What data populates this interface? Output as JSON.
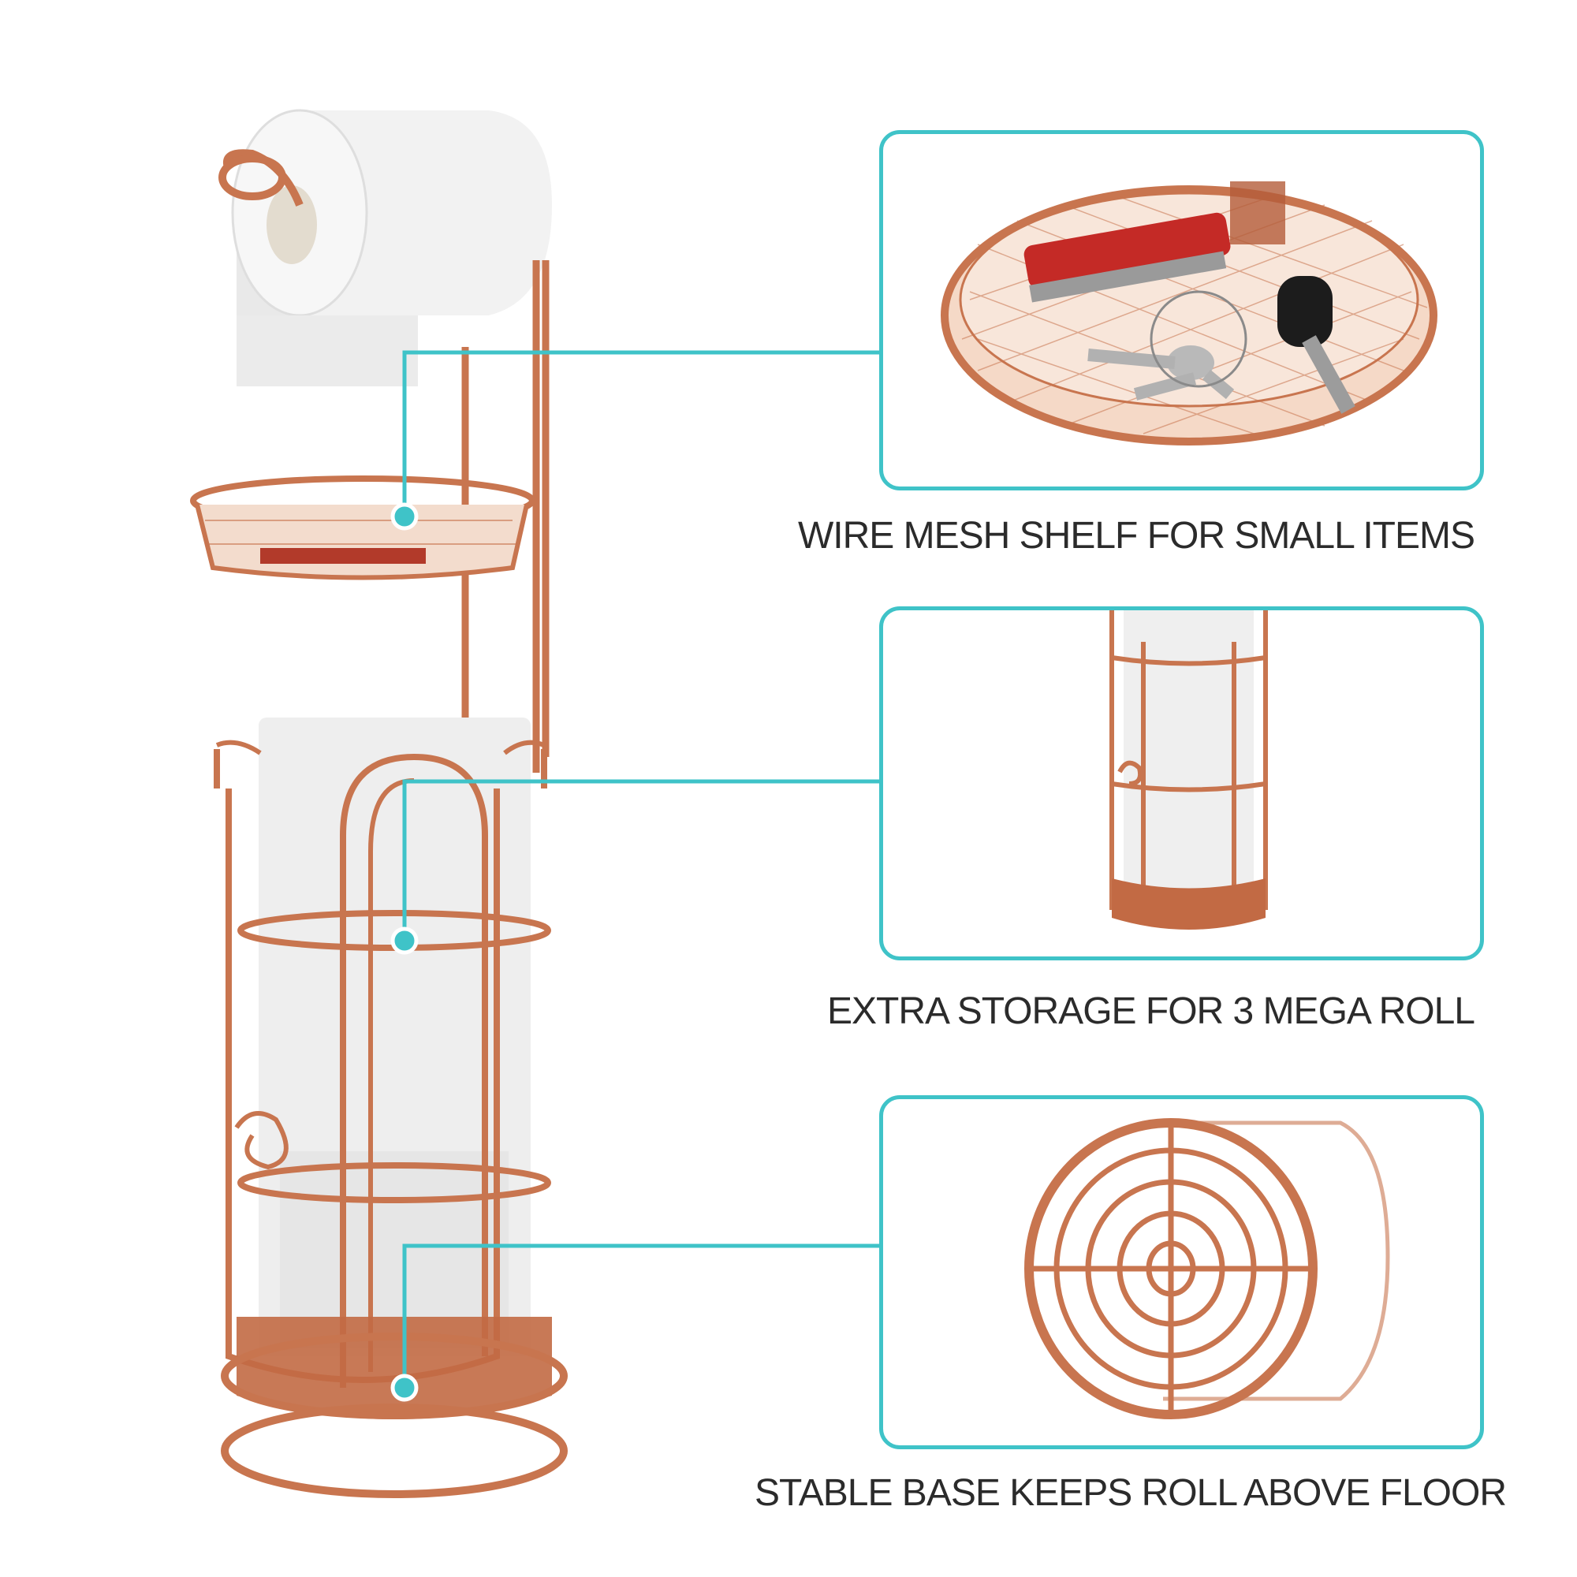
{
  "colors": {
    "accent": "#3fc3c8",
    "copper": "#c8754f",
    "copper_dark": "#a85a38",
    "paper": "#eeeeee",
    "text": "#2b2b2b"
  },
  "callouts": [
    {
      "caption": "WIRE MESH SHELF FOR SMALL ITEMS",
      "detail": "mesh-shelf-closeup"
    },
    {
      "caption": "EXTRA STORAGE FOR 3 MEGA ROLL",
      "detail": "storage-cage-closeup"
    },
    {
      "caption": "STABLE BASE KEEPS ROLL ABOVE  FLOOR",
      "detail": "base-closeup"
    }
  ]
}
